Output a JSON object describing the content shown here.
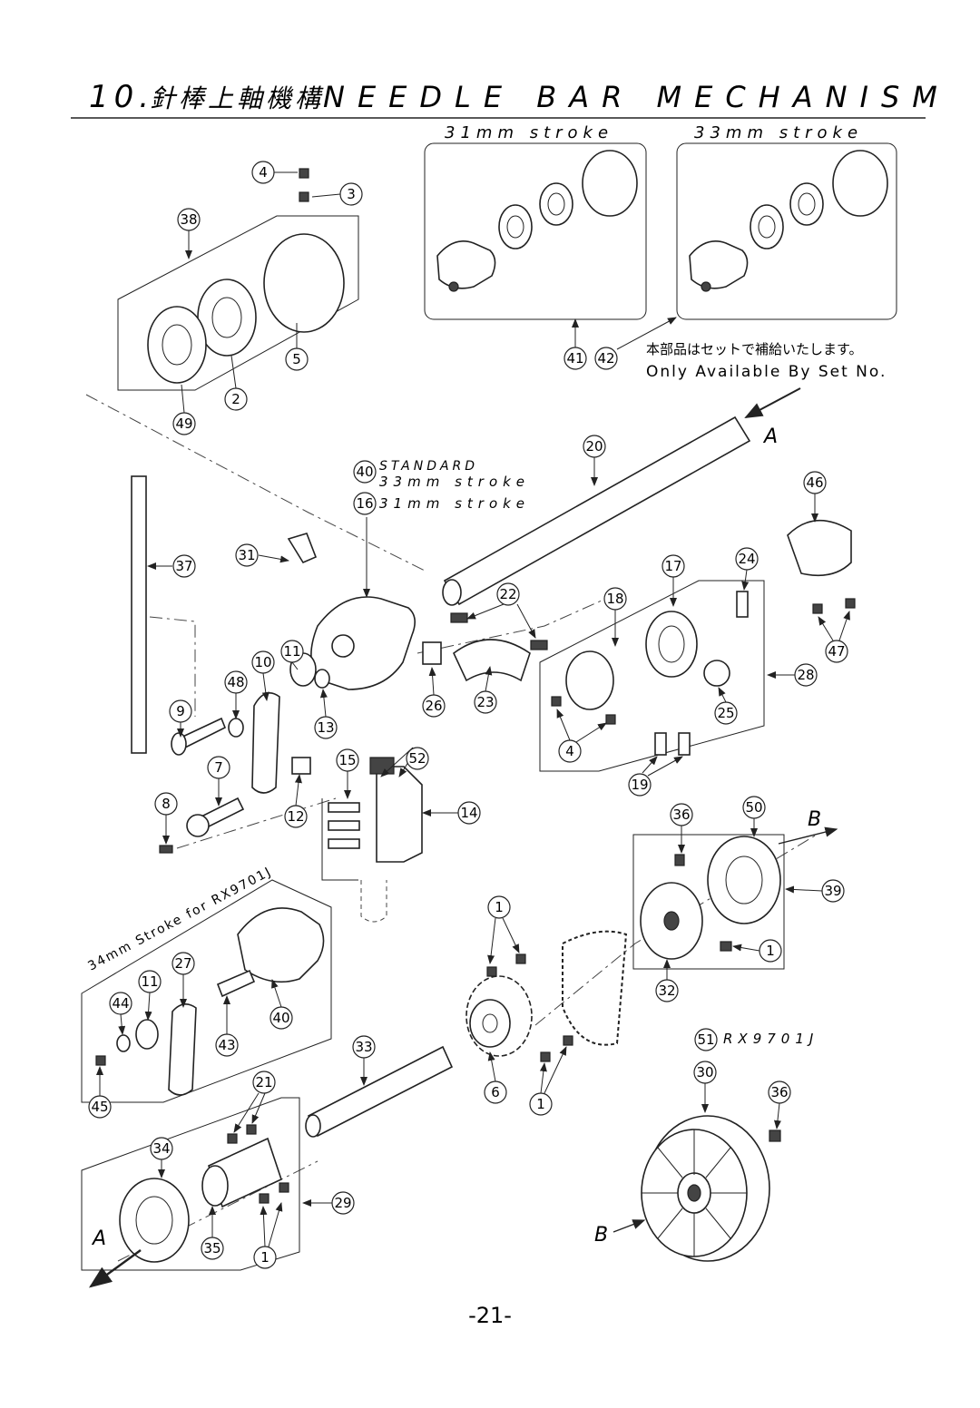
{
  "header": {
    "number": "10.",
    "title_jp": "針棒上軸機構",
    "title_en": "NEEDLE BAR MECHANISM"
  },
  "insets": {
    "stroke31": "31mm stroke",
    "stroke33": "33mm stroke",
    "note_jp": "本部品はセットで補給いたします。",
    "note_en": "Only Available By Set No."
  },
  "variants": {
    "standard": "STANDARD",
    "stroke33": "33mm stroke",
    "stroke31": "31mm stroke",
    "rx_title": "34mm Stroke for RX9701J",
    "rx_model": "RX9701J"
  },
  "markers": {
    "a": "A",
    "b": "B"
  },
  "callouts": [
    {
      "id": "c4a",
      "n": "4"
    },
    {
      "id": "c3",
      "n": "3"
    },
    {
      "id": "c38",
      "n": "38"
    },
    {
      "id": "c5",
      "n": "5"
    },
    {
      "id": "c2",
      "n": "2"
    },
    {
      "id": "c49",
      "n": "49"
    },
    {
      "id": "c41",
      "n": "41"
    },
    {
      "id": "c42",
      "n": "42"
    },
    {
      "id": "c20",
      "n": "20"
    },
    {
      "id": "c40a",
      "n": "40"
    },
    {
      "id": "c16",
      "n": "16"
    },
    {
      "id": "c46",
      "n": "46"
    },
    {
      "id": "c37",
      "n": "37"
    },
    {
      "id": "c31",
      "n": "31"
    },
    {
      "id": "c22",
      "n": "22"
    },
    {
      "id": "c18",
      "n": "18"
    },
    {
      "id": "c17",
      "n": "17"
    },
    {
      "id": "c24",
      "n": "24"
    },
    {
      "id": "c10",
      "n": "10"
    },
    {
      "id": "c11a",
      "n": "11"
    },
    {
      "id": "c48",
      "n": "48"
    },
    {
      "id": "c47",
      "n": "47"
    },
    {
      "id": "c28",
      "n": "28"
    },
    {
      "id": "c9",
      "n": "9"
    },
    {
      "id": "c13",
      "n": "13"
    },
    {
      "id": "c26",
      "n": "26"
    },
    {
      "id": "c23",
      "n": "23"
    },
    {
      "id": "c25",
      "n": "25"
    },
    {
      "id": "c52",
      "n": "52"
    },
    {
      "id": "c4b",
      "n": "4"
    },
    {
      "id": "c7",
      "n": "7"
    },
    {
      "id": "c15",
      "n": "15"
    },
    {
      "id": "c19",
      "n": "19"
    },
    {
      "id": "c8",
      "n": "8"
    },
    {
      "id": "c12",
      "n": "12"
    },
    {
      "id": "c14",
      "n": "14"
    },
    {
      "id": "c36a",
      "n": "36"
    },
    {
      "id": "c50",
      "n": "50"
    },
    {
      "id": "c39",
      "n": "39"
    },
    {
      "id": "c1a",
      "n": "1"
    },
    {
      "id": "c1b",
      "n": "1"
    },
    {
      "id": "c32",
      "n": "32"
    },
    {
      "id": "c27",
      "n": "27"
    },
    {
      "id": "c11b",
      "n": "11"
    },
    {
      "id": "c44",
      "n": "44"
    },
    {
      "id": "c40b",
      "n": "40"
    },
    {
      "id": "c43",
      "n": "43"
    },
    {
      "id": "c33",
      "n": "33"
    },
    {
      "id": "c6",
      "n": "6"
    },
    {
      "id": "c1c",
      "n": "1"
    },
    {
      "id": "c51",
      "n": "51"
    },
    {
      "id": "c30",
      "n": "30"
    },
    {
      "id": "c36b",
      "n": "36"
    },
    {
      "id": "c45",
      "n": "45"
    },
    {
      "id": "c21",
      "n": "21"
    },
    {
      "id": "c34",
      "n": "34"
    },
    {
      "id": "c29",
      "n": "29"
    },
    {
      "id": "c35",
      "n": "35"
    },
    {
      "id": "c1d",
      "n": "1"
    }
  ],
  "footer": {
    "page": "-21-"
  }
}
